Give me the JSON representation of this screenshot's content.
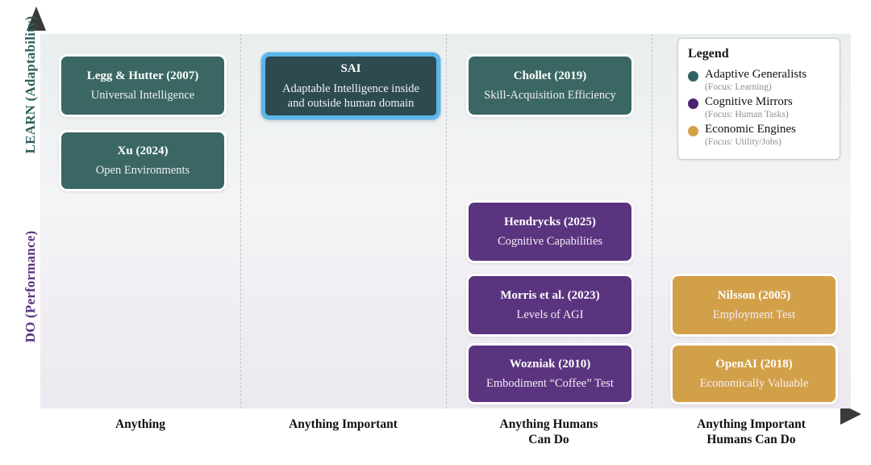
{
  "axes": {
    "y_upper_label": "LEARN (Adaptability)",
    "y_lower_label": "DO (Performance)",
    "y_upper_color": "#2e5f5c",
    "y_lower_color": "#5b3480",
    "x_categories": [
      "Anything",
      "Anything Important",
      "Anything Humans Can Do",
      "Anything Important Humans Can Do"
    ],
    "x_categories_lines": [
      [
        "Anything"
      ],
      [
        "Anything Important"
      ],
      [
        "Anything Humans",
        "Can Do"
      ],
      [
        "Anything Important",
        "Humans Can Do"
      ]
    ]
  },
  "colors": {
    "teal": "#3a6763",
    "purple": "#5b3480",
    "gold": "#d3a04a",
    "highlight_border": "#5bb6ea",
    "highlight_fill": "#2d4a50",
    "divider": "#c4c4c8",
    "plot_bg_top": "#e9eeee",
    "plot_bg_bottom": "#eceaf0"
  },
  "boxes": [
    {
      "title": "Legg & Hutter (2007)",
      "subtitle": "Universal Intelligence",
      "category": "Adaptive Generalists",
      "column": "Anything",
      "row": "LEARN"
    },
    {
      "title": "Xu (2024)",
      "subtitle": "Open Environments",
      "category": "Adaptive Generalists",
      "column": "Anything",
      "row": "LEARN"
    },
    {
      "title": "SAI",
      "subtitle": "Adaptable Intelligence inside and outside human domain",
      "subtitle_lines": [
        "Adaptable Intelligence inside",
        "and outside human domain"
      ],
      "category": "Highlighted",
      "column": "Anything Important",
      "row": "LEARN"
    },
    {
      "title": "Chollet (2019)",
      "subtitle": "Skill-Acquisition Efficiency",
      "category": "Adaptive Generalists",
      "column": "Anything Humans Can Do",
      "row": "LEARN"
    },
    {
      "title": "Hendrycks (2025)",
      "subtitle": "Cognitive Capabilities",
      "category": "Cognitive Mirrors",
      "column": "Anything Humans Can Do",
      "row": "DO"
    },
    {
      "title": "Morris et al. (2023)",
      "subtitle": "Levels of AGI",
      "category": "Cognitive Mirrors",
      "column": "Anything Humans Can Do",
      "row": "DO"
    },
    {
      "title": "Wozniak (2010)",
      "subtitle": "Embodiment “Coffee” Test",
      "category": "Cognitive Mirrors",
      "column": "Anything Humans Can Do",
      "row": "DO"
    },
    {
      "title": "Nilsson (2005)",
      "subtitle": "Employment Test",
      "category": "Economic Engines",
      "column": "Anything Important Humans Can Do",
      "row": "DO"
    },
    {
      "title": "OpenAI (2018)",
      "subtitle": "Economically Valuable",
      "category": "Economic Engines",
      "column": "Anything Important Humans Can Do",
      "row": "DO"
    }
  ],
  "legend": {
    "title": "Legend",
    "items": [
      {
        "label": "Adaptive Generalists",
        "focus": "(Focus: Learning)",
        "color": "#2e6360"
      },
      {
        "label": "Cognitive Mirrors",
        "focus": "(Focus: Human Tasks)",
        "color": "#4a2370"
      },
      {
        "label": "Economic Engines",
        "focus": "(Focus: Utility/Jobs)",
        "color": "#d3a04a"
      }
    ]
  }
}
